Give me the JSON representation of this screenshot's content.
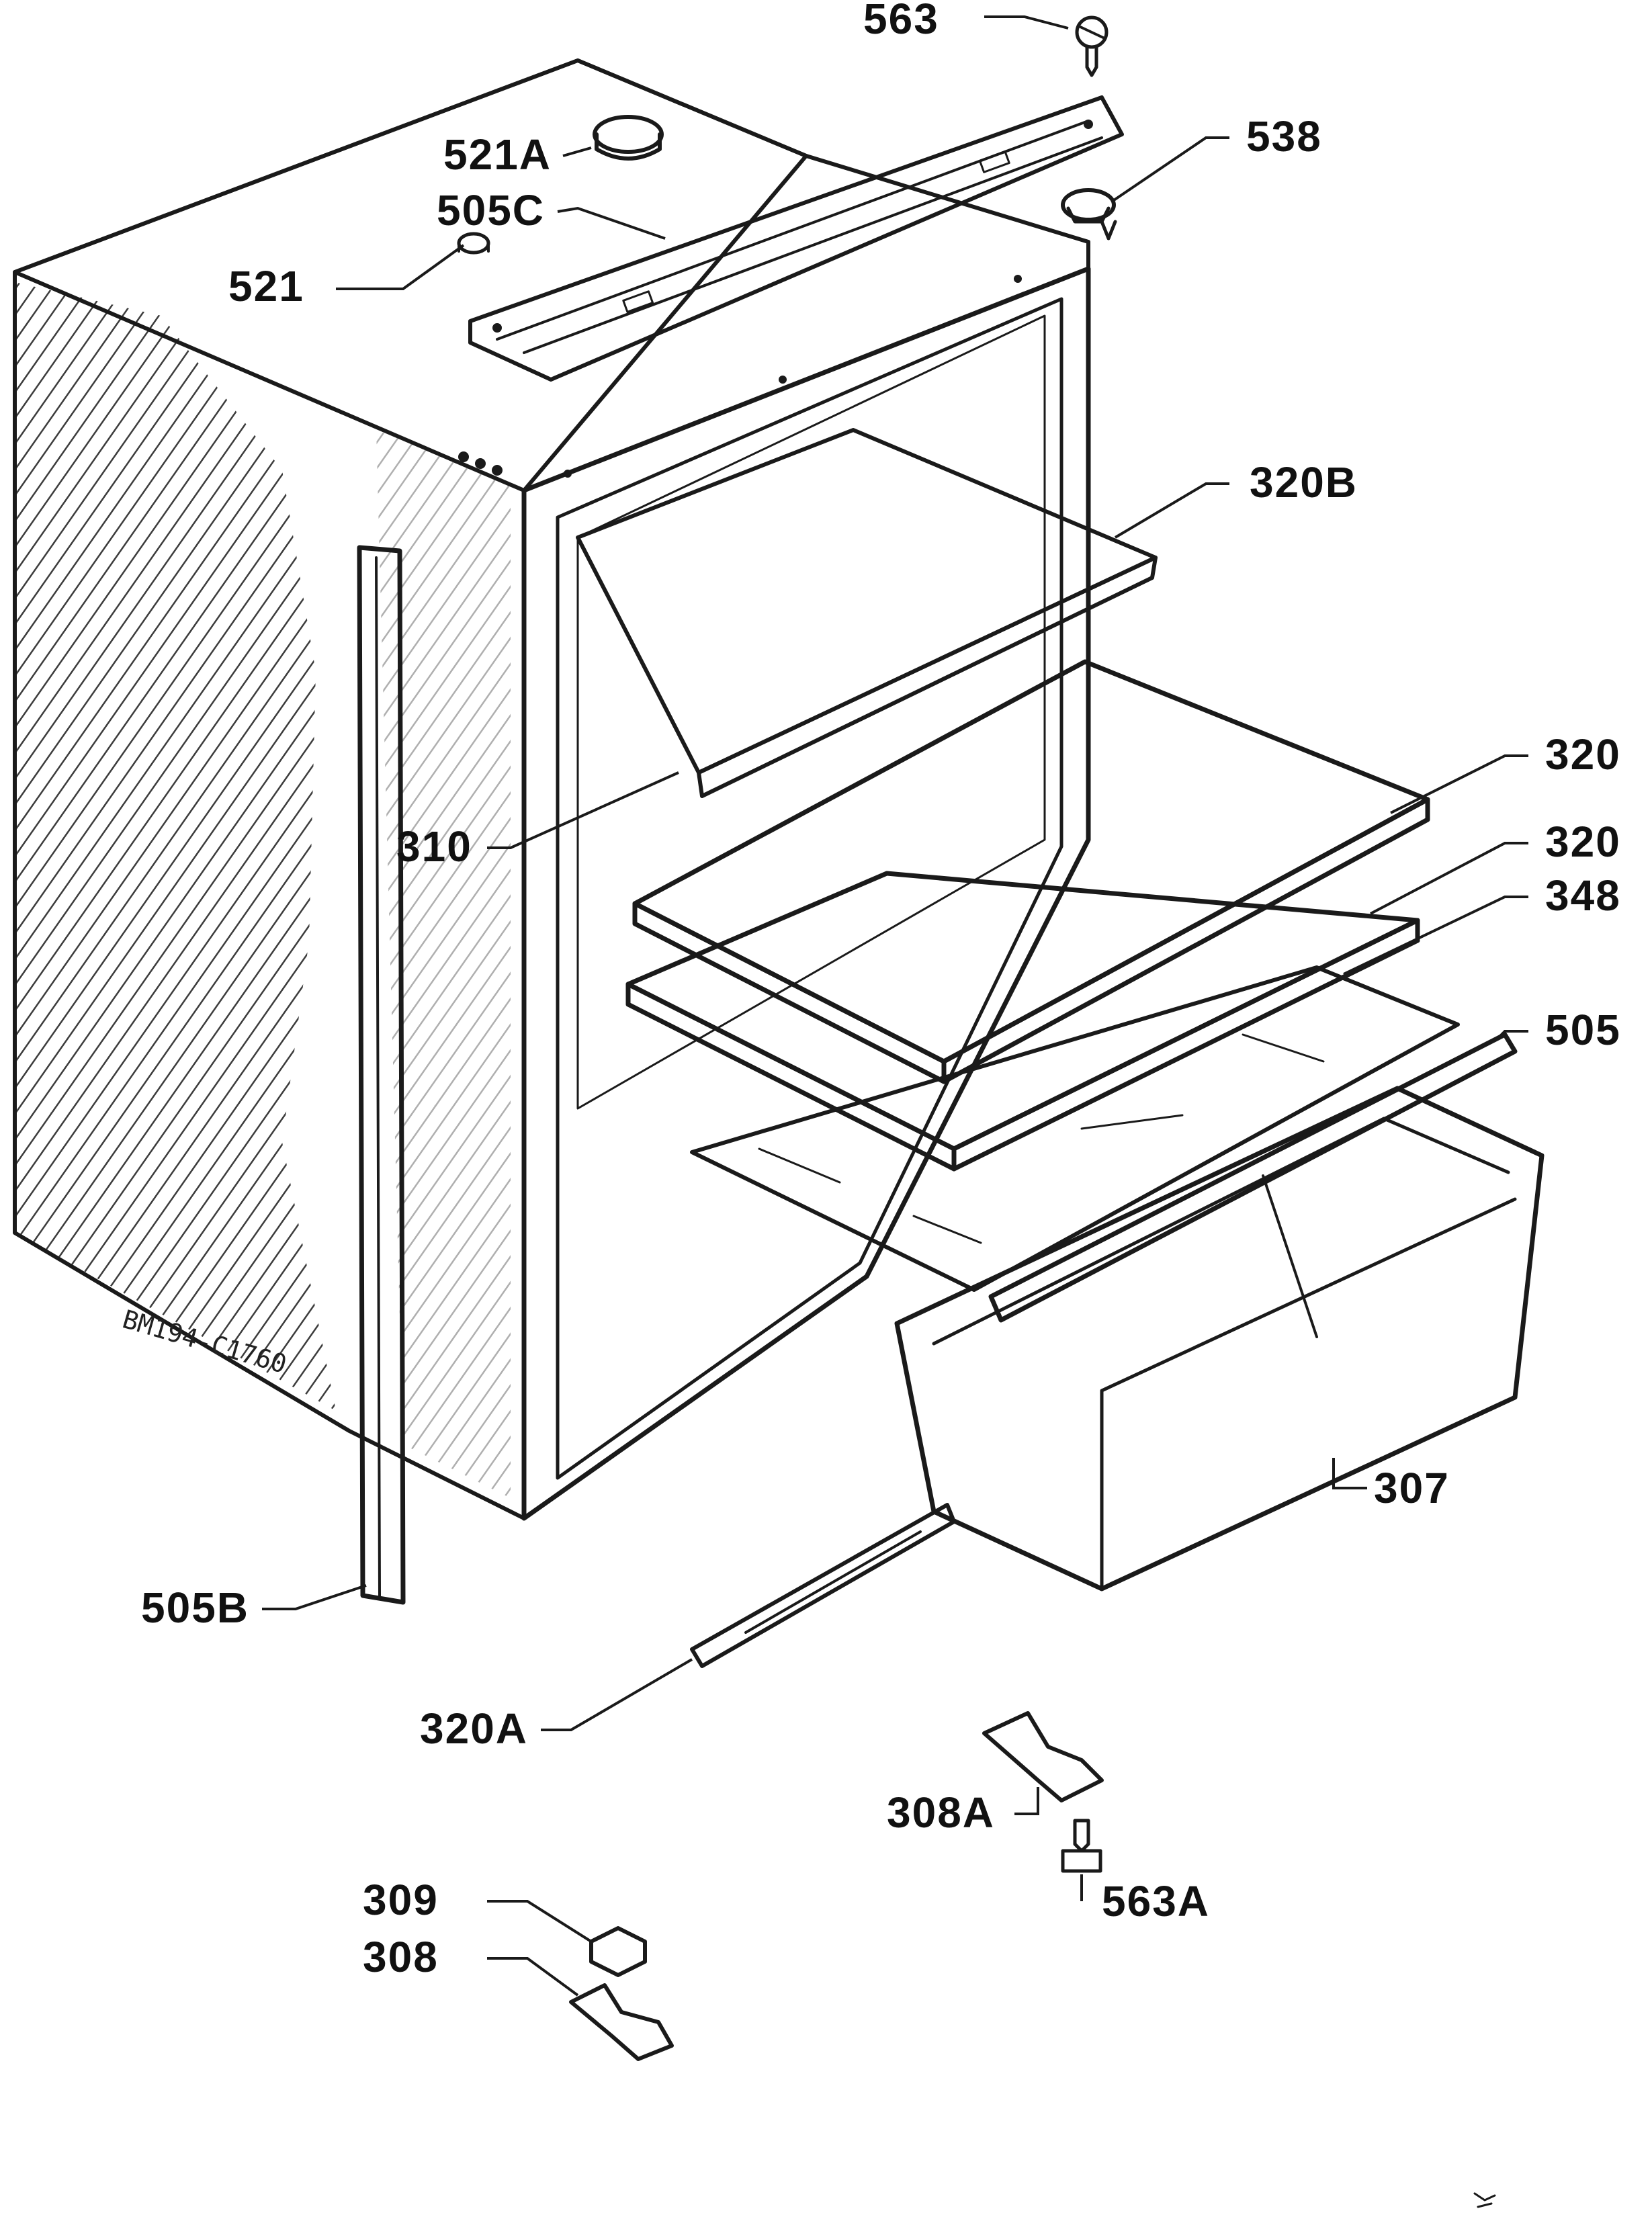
{
  "drawing_code": "BM194-C1760",
  "labels": {
    "p563": "563",
    "p521A": "521A",
    "p538": "538",
    "p505C": "505C",
    "p521": "521",
    "p320B": "320B",
    "p320_upper": "320",
    "p310": "310",
    "p320_lower": "320",
    "p348": "348",
    "p505": "505",
    "p307": "307",
    "p505B": "505B",
    "p320A": "320A",
    "p308A": "308A",
    "p563A": "563A",
    "p309": "309",
    "p308": "308"
  },
  "colors": {
    "ink": "#1a1a1a",
    "paper": "#ffffff"
  }
}
